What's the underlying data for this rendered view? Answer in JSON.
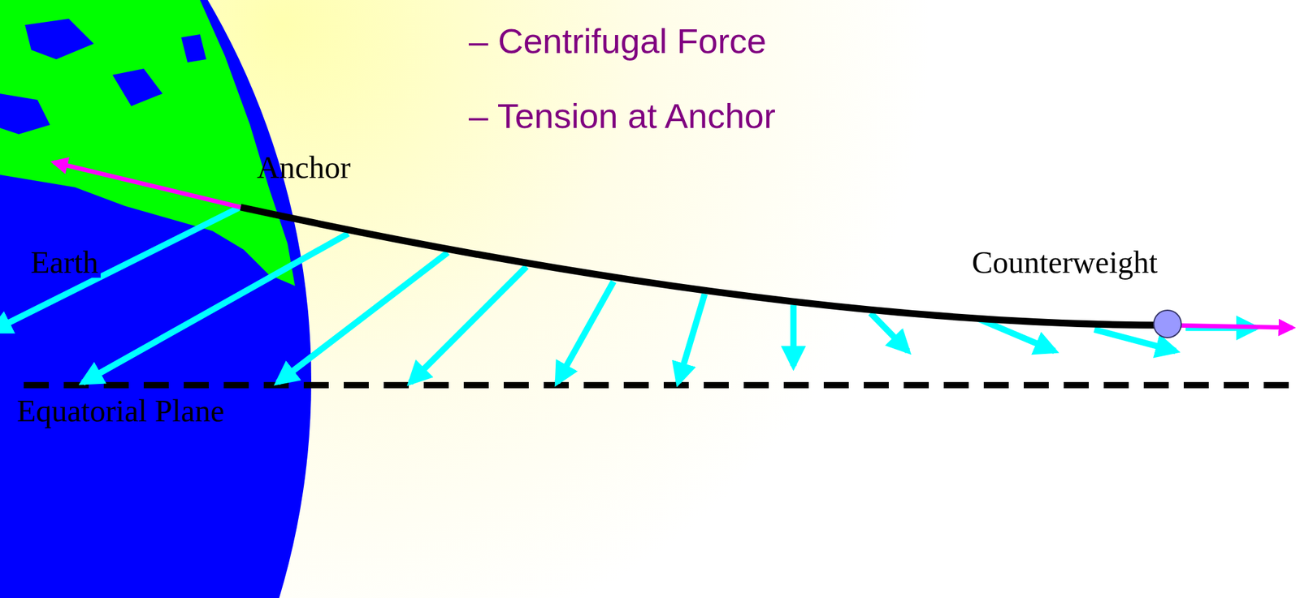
{
  "diagram": {
    "labels": [
      "– Centrifugal Force",
      "– Tension at Anchor",
      "Anchor",
      "Earth",
      "Counterweight",
      "Equatorial Plane"
    ]
  }
}
